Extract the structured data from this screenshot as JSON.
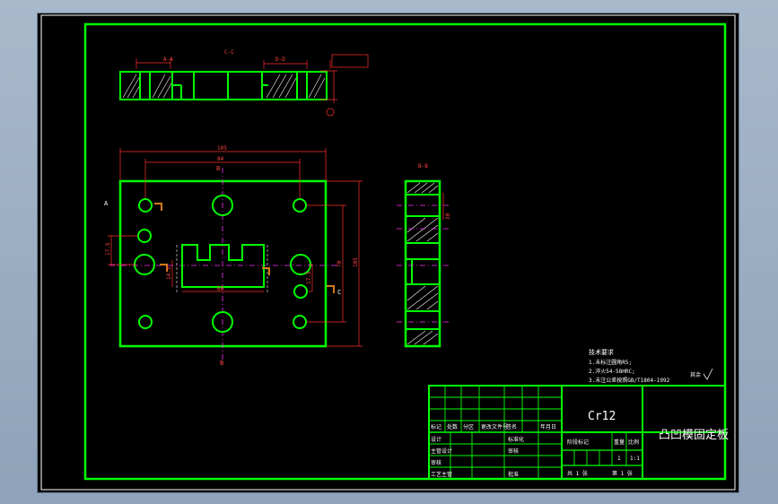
{
  "views": {
    "top_section_labels": {
      "left": "A-A",
      "center": "C-C",
      "right": "D-D"
    },
    "center_line_label_top": "B",
    "center_line_label_bottom": "B",
    "side_view_title": "B-B",
    "section_marker_a": "A",
    "section_marker_c": "C"
  },
  "dimensions": {
    "overall_width": "105",
    "hole_span": "84",
    "height_outer": "105",
    "height_inner": "70",
    "left_offset": "17.5",
    "right_offset": "17.5",
    "slot_height": "14.5",
    "side_thickness": "30",
    "slot_width": "60"
  },
  "notes": {
    "title": "技术要求",
    "items": [
      "1.未标注圆角R5;",
      "2.淬火54-58HRC;",
      "3.未注公差按照GB/T1804-1992"
    ],
    "surface_mark": "其余"
  },
  "title_block": {
    "material": "Cr12",
    "part_name": "凸凹模固定板",
    "header_cells": [
      "标记",
      "处数",
      "分区",
      "更改文件号",
      "签名",
      "年月日"
    ],
    "row_labels": [
      "设计",
      "主管设计",
      "审核",
      "工艺主管"
    ],
    "col_labels": [
      "标准化",
      "审核",
      "批准"
    ],
    "stage_labels": [
      "阶段标记",
      "重量",
      "比例"
    ],
    "scale_value": "1:1",
    "weight_value": "1",
    "sheets_total": "共 1 张",
    "sheet_no": "第 1 张"
  }
}
